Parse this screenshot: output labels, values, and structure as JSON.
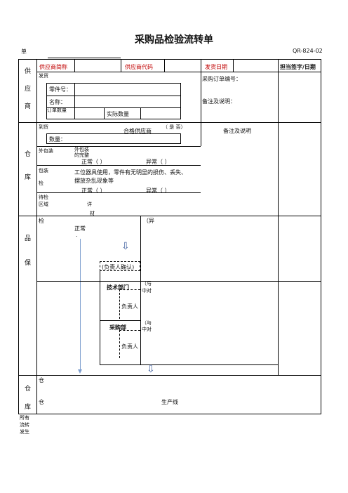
{
  "doc": {
    "title": "采购品检验流转单",
    "doc_code": "QR-824-02",
    "single_label": "单"
  },
  "header": {
    "supplier_short": "供应商简称",
    "supplier_code": "供应商代码",
    "ship_date": "发货日期",
    "sign_date": "担当签字/日期"
  },
  "sections": {
    "supplier": [
      "供",
      "应",
      "商"
    ],
    "warehouse": [
      "仓",
      "库"
    ],
    "quality": [
      "品",
      "保"
    ],
    "warehouse2": [
      "仓",
      "库"
    ]
  },
  "supplier_block": {
    "frag": "发货",
    "part_no": "零件号：",
    "name": "名称：",
    "qty_label": "订单数量",
    "actual_qty": "实际数量",
    "po_no": "采购订单编号：",
    "remarks": "备注及说明："
  },
  "warehouse_block": {
    "frag1": "到货",
    "qualified_supplier": "合格供应商",
    "yes_no": "（ 是   否）",
    "quantity": "数量：",
    "remarks": "备注及说明",
    "frag2": "外包装",
    "frag3": "外包装",
    "frag4": "的完整",
    "normal1": "正常（   ）",
    "abnormal1": "异常（   ）",
    "frag5": "包装",
    "frag6": "检",
    "package_desc": "工位器具使用，零件有无明显的损伤、丢失、",
    "package_desc2": "摆放杂乱现象等",
    "normal2": "正常（   ）",
    "abnormal2": "异常（   ）",
    "frag7": "待检",
    "frag8": "区域",
    "frag9": "详",
    "frag10": "材"
  },
  "quality_block": {
    "inspect": "检",
    "normal": "正常",
    "abnormal": "（异",
    "responsible_confirm": "(负责人确认)",
    "tech_dept": "技术部门",
    "handle1": "（与",
    "handle1b": "中对",
    "responsible1": "负责人",
    "purchase_dept": "采购部",
    "handle2": "（与",
    "handle2b": "中对",
    "responsible2": "负责人"
  },
  "warehouse2_block": {
    "frag1": "仓",
    "frag2": "仓",
    "production_line": "生产线"
  },
  "footer": {
    "line1": "所有",
    "line2": "流转",
    "line3": "发生"
  }
}
